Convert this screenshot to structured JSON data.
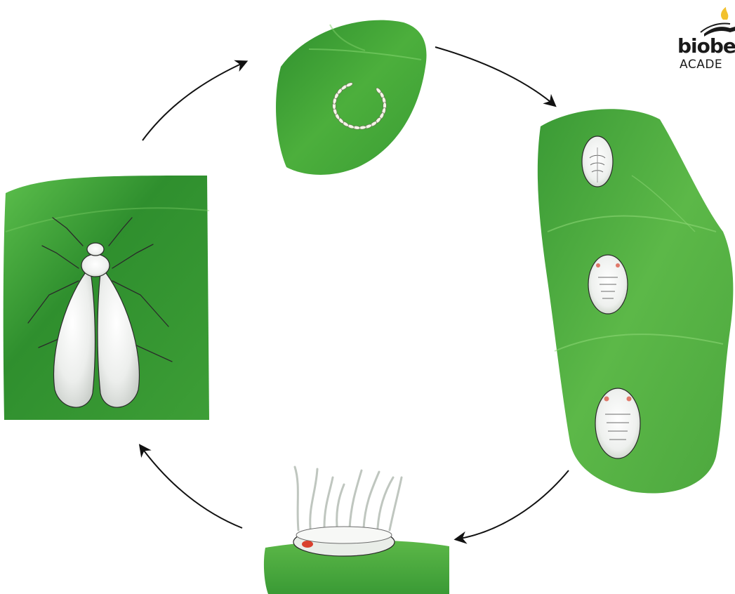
{
  "logo": {
    "brand": "biobe",
    "sub": "ACADE",
    "icon": "book-flame-icon"
  },
  "colors": {
    "leaf_dark": "#2f8f2e",
    "leaf_mid": "#4caf3c",
    "leaf_light": "#7fd06a",
    "insect_white": "#eef0ee",
    "outline": "#2a2a2a",
    "arrow": "#111111",
    "nymph_eye": "#e0796a",
    "pupa_eye": "#d9412e",
    "background": "#ffffff"
  },
  "stages": [
    {
      "id": "eggs",
      "icon": "egg-ring-icon"
    },
    {
      "id": "nymph-1",
      "icon": "nymph-icon"
    },
    {
      "id": "nymph-2",
      "icon": "nymph-icon"
    },
    {
      "id": "nymph-3",
      "icon": "nymph-icon"
    },
    {
      "id": "pupa",
      "icon": "pupa-icon"
    },
    {
      "id": "adult",
      "icon": "whitefly-adult-icon"
    }
  ],
  "cycle_arrows": 4
}
